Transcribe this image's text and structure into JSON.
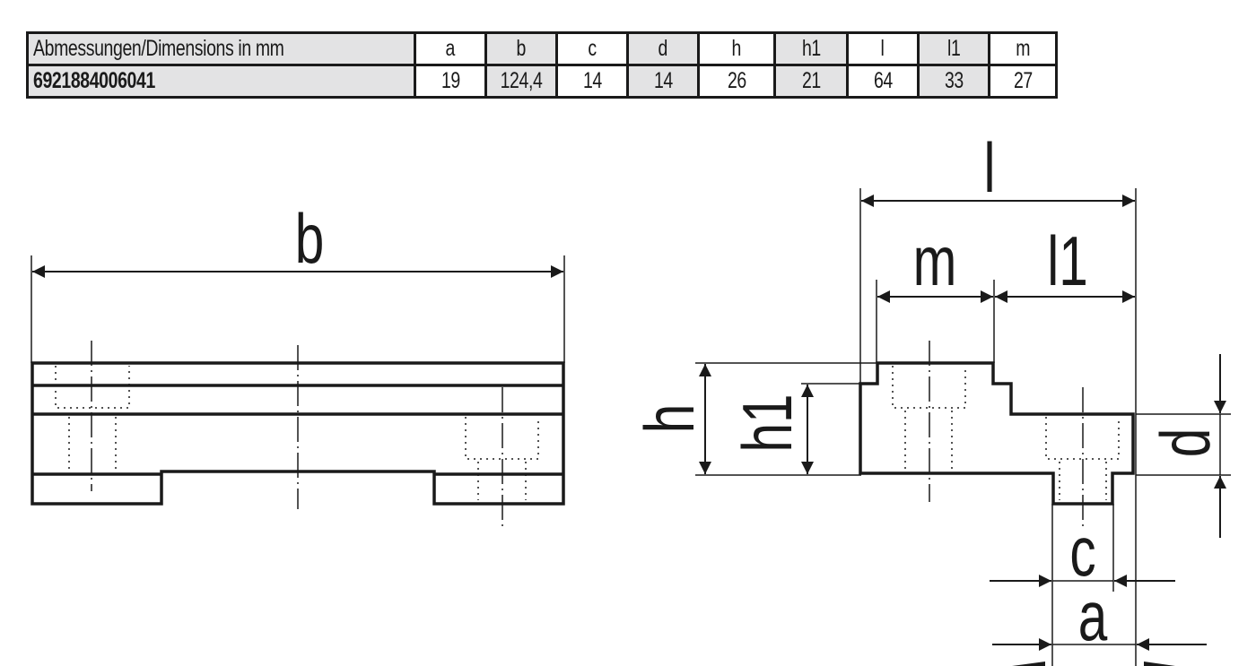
{
  "table": {
    "header_label": "Abmessungen/Dimensions in mm",
    "article_number": "6921884006041",
    "columns": [
      {
        "key": "a",
        "label": "a",
        "value": "19"
      },
      {
        "key": "b",
        "label": "b",
        "value": "124,4"
      },
      {
        "key": "c",
        "label": "c",
        "value": "14"
      },
      {
        "key": "d",
        "label": "d",
        "value": "14"
      },
      {
        "key": "h",
        "label": "h",
        "value": "26"
      },
      {
        "key": "h1",
        "label": "h1",
        "value": "21"
      },
      {
        "key": "l",
        "label": "l",
        "value": "64"
      },
      {
        "key": "l1",
        "label": "l1",
        "value": "33"
      },
      {
        "key": "m",
        "label": "m",
        "value": "27"
      }
    ]
  },
  "drawing": {
    "front_view": {
      "dimension_labels": {
        "b": "b"
      }
    },
    "side_view": {
      "dimension_labels": {
        "l": "l",
        "m": "m",
        "l1": "l1",
        "h": "h",
        "h1": "h1",
        "d": "d",
        "c": "c",
        "a": "a"
      }
    }
  },
  "colors": {
    "line": "#1a1a1a",
    "cell_gray": "#e3e3e4",
    "cell_white": "#ffffff"
  }
}
